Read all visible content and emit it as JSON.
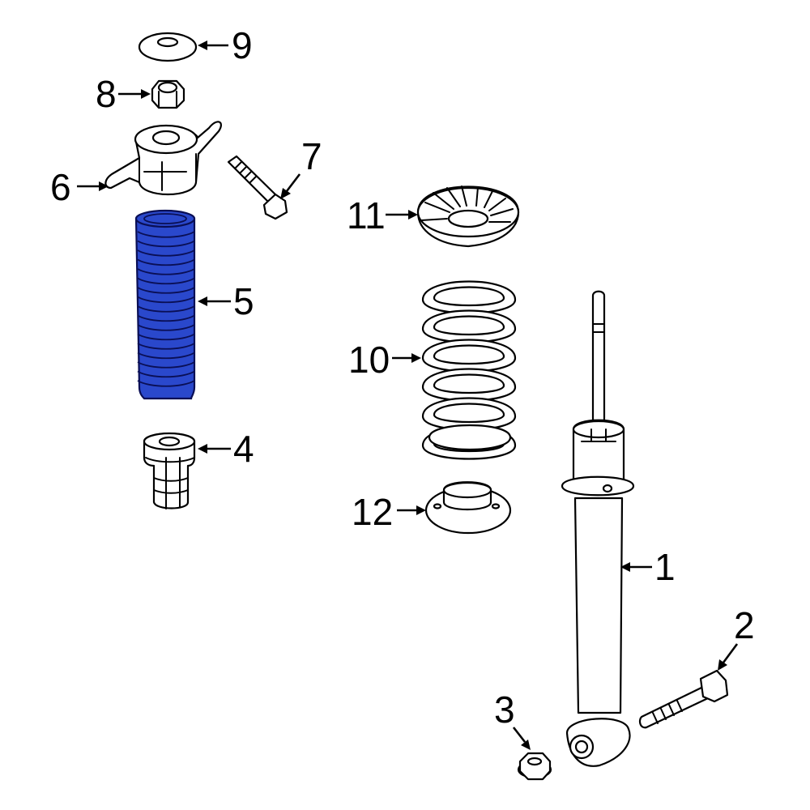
{
  "diagram": {
    "highlight_color": "#2a48cc",
    "callouts": {
      "c1": "1",
      "c2": "2",
      "c3": "3",
      "c4": "4",
      "c5": "5",
      "c6": "6",
      "c7": "7",
      "c8": "8",
      "c9": "9",
      "c10": "10",
      "c11": "11",
      "c12": "12"
    }
  }
}
